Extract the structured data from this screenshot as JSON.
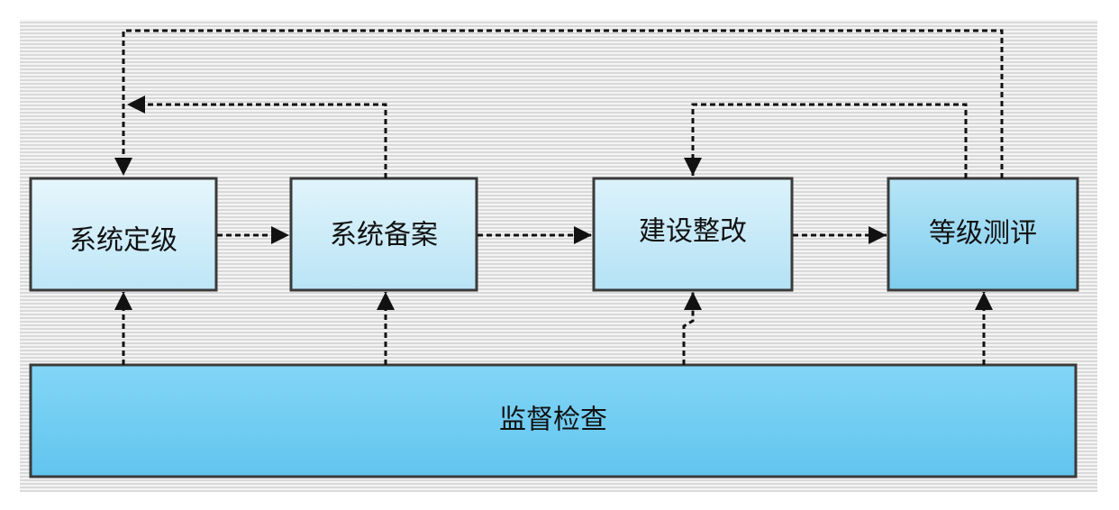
{
  "nodes": {
    "grading": "系统定级",
    "filing": "系统备案",
    "rectification": "建设整改",
    "assessment": "等级测评",
    "supervision": "监督检查"
  },
  "colors": {
    "box_light": "#dff3fb",
    "box_mid": "#a9def4",
    "box_dark": "#7fcdee",
    "supervision_fill": "#6fccf2",
    "border": "#3a3a3a",
    "arrow": "#111111"
  }
}
